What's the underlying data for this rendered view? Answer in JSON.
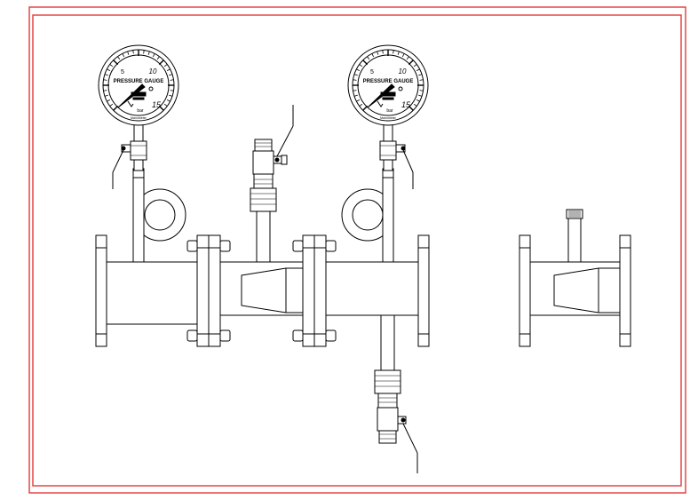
{
  "colors": {
    "frame": "#e03a3a",
    "line": "#000000",
    "background": "#ffffff"
  },
  "gauge_left": {
    "title": "PRESSURE GAUGE",
    "unit": "bar",
    "scale_labels": [
      "5",
      "10",
      "15"
    ],
    "maker": "Manometer"
  },
  "gauge_right": {
    "title": "PRESSURE GAUGE",
    "unit": "bar",
    "scale_labels": [
      "5",
      "10",
      "15"
    ],
    "maker": "Manometer"
  }
}
